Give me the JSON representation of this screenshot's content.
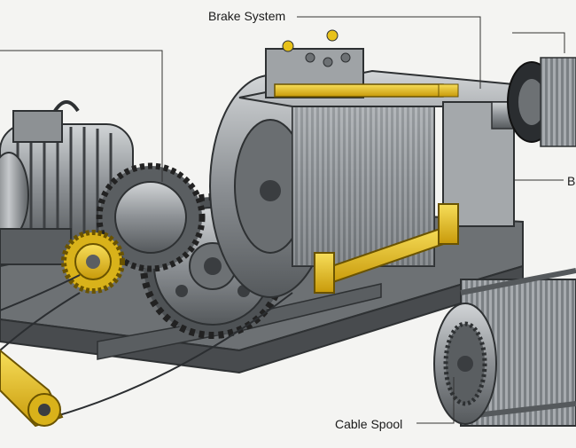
{
  "labels": {
    "brake_system": "Brake System",
    "cable_spool": "Cable Spool",
    "right_partial": "B"
  },
  "colors": {
    "background": "#f4f4f2",
    "metal_dark": "#4a4d50",
    "metal_mid": "#7d8286",
    "metal_light": "#b9bdc0",
    "accent_yellow": "#e8c21a",
    "leader_line": "#333333"
  }
}
